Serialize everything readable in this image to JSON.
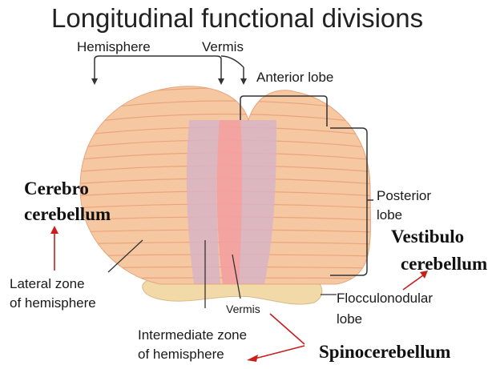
{
  "title": "Longitudinal functional divisions",
  "labels": {
    "hemisphere": "Hemisphere",
    "vermis_top": "Vermis",
    "anterior_lobe": "Anterior lobe",
    "posterior_lobe_1": "Posterior",
    "posterior_lobe_2": "lobe",
    "cerebro_1": "Cerebro",
    "cerebro_2": "cerebellum",
    "vestibulo_1": "Vestibulo",
    "vestibulo_2": "cerebellum",
    "lateral_zone_1": "Lateral zone",
    "lateral_zone_2": "of hemisphere",
    "vermis_bottom": "Vermis",
    "flocculonodular_1": "Flocculonodular",
    "flocculonodular_2": "lobe",
    "intermediate_zone_1": "Intermediate zone",
    "intermediate_zone_2": "of hemisphere",
    "spinocerebellum": "Spinocerebellum"
  },
  "colors": {
    "hemisphere_fill": "#f6c8a2",
    "intermediate_fill": "#d8b4c4",
    "vermis_fill": "#f4a0a0",
    "flocculus_fill": "#f2d9a8",
    "red_arrow": "#c81e1e"
  }
}
